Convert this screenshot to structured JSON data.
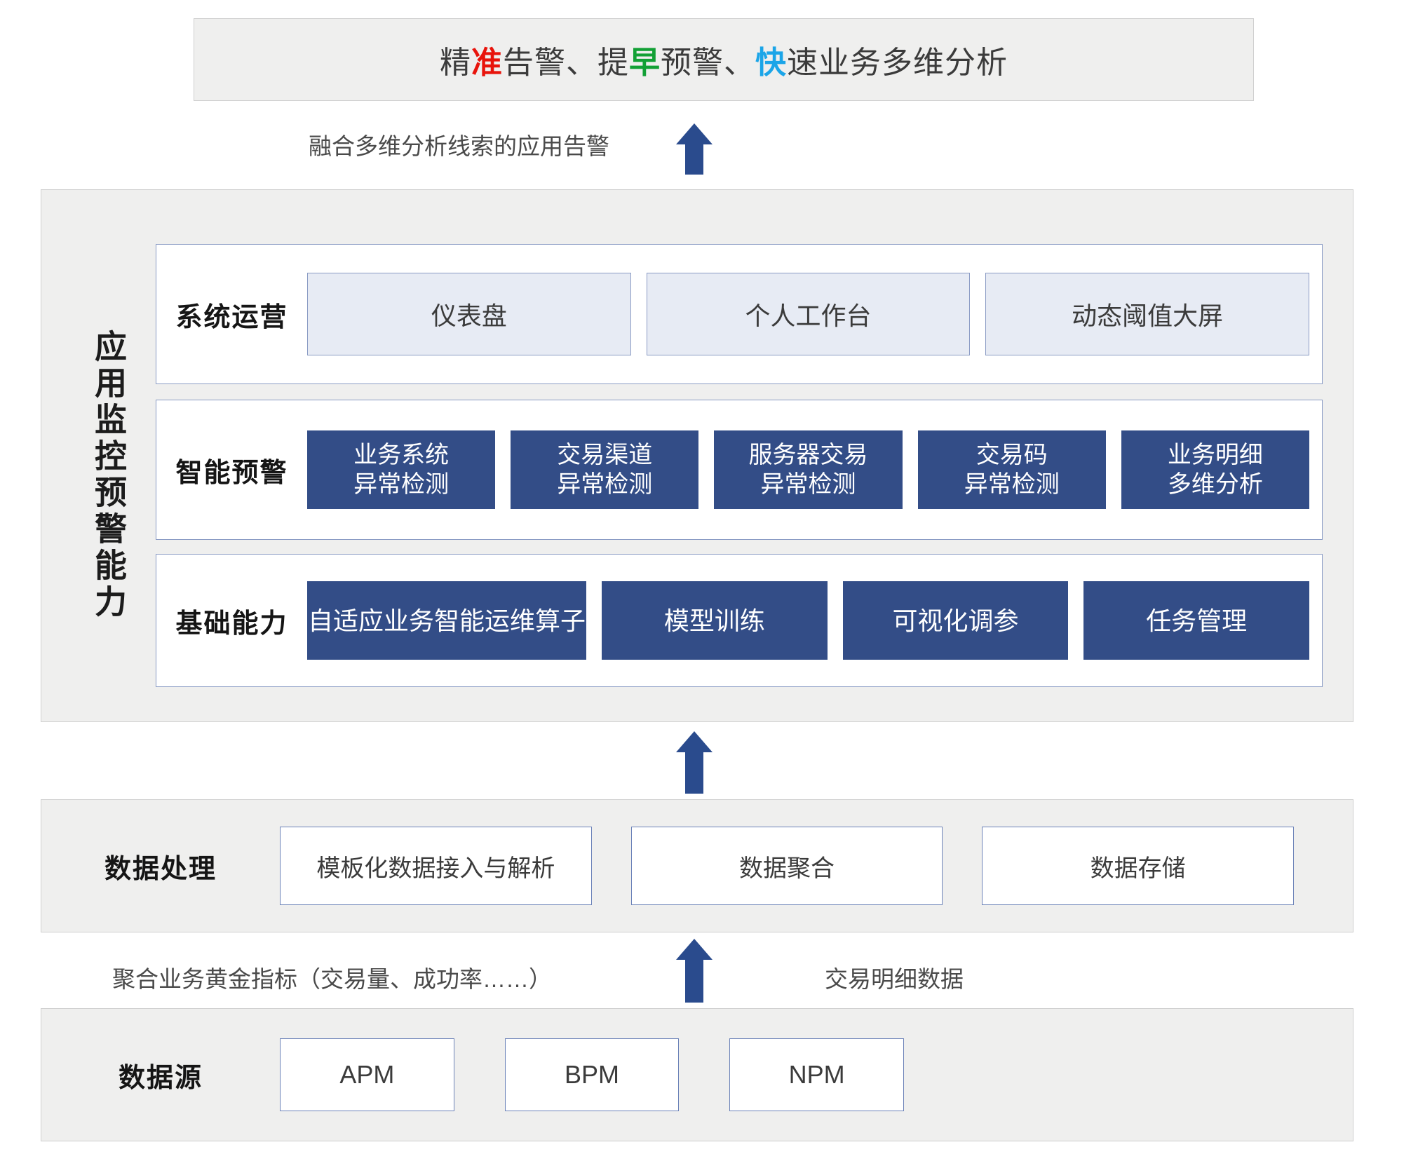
{
  "banner": {
    "text_segments": [
      {
        "text": "精",
        "color": "#3b3b3b"
      },
      {
        "text": "准",
        "color": "#e8140c"
      },
      {
        "text": "告警、提",
        "color": "#3b3b3b"
      },
      {
        "text": "早",
        "color": "#12a035"
      },
      {
        "text": "预警、",
        "color": "#3b3b3b"
      },
      {
        "text": "快",
        "color": "#1ba5e8"
      },
      {
        "text": "速业务多维分析",
        "color": "#3b3b3b"
      }
    ],
    "plain_text": "精准告警、提早预警、快速业务多维分析",
    "part1": "精",
    "hl1": "准",
    "part2": "告警、提",
    "hl2": "早",
    "part3": "预警、",
    "hl3": "快",
    "part4": "速业务多维分析"
  },
  "flow_labels": {
    "top_arrow_label": "融合多维分析线索的应用告警",
    "golden_metrics_label": "聚合业务黄金指标（交易量、成功率……）",
    "transaction_detail_label": "交易明细数据"
  },
  "capability": {
    "vertical_title": "应用监控预警能力",
    "rows": [
      {
        "label": "系统运营",
        "style": "light",
        "items": [
          {
            "line1": "仪表盘"
          },
          {
            "line1": "个人工作台"
          },
          {
            "line1": "动态阈值大屏"
          }
        ]
      },
      {
        "label": "智能预警",
        "style": "dark",
        "items": [
          {
            "line1": "业务系统",
            "line2": "异常检测"
          },
          {
            "line1": "交易渠道",
            "line2": "异常检测"
          },
          {
            "line1": "服务器交易",
            "line2": "异常检测"
          },
          {
            "line1": "交易码",
            "line2": "异常检测"
          },
          {
            "line1": "业务明细",
            "line2": "多维分析"
          }
        ]
      },
      {
        "label": "基础能力",
        "style": "dark",
        "items": [
          {
            "line1": "自适应业务智能运维算子"
          },
          {
            "line1": "模型训练"
          },
          {
            "line1": "可视化调参"
          },
          {
            "line1": "任务管理"
          }
        ]
      }
    ]
  },
  "data_processing": {
    "label": "数据处理",
    "items": [
      "模板化数据接入与解析",
      "数据聚合",
      "数据存储"
    ]
  },
  "data_source": {
    "label": "数据源",
    "items": [
      "APM",
      "BPM",
      "NPM"
    ]
  },
  "colors": {
    "panel_bg": "#efefee",
    "panel_border": "#cfcfcf",
    "tile_dark": "#334d87",
    "tile_light": "#e7ebf4",
    "tile_border_blue": "#8a9bc4",
    "arrow": "#2a4b8d",
    "accent_red": "#e8140c",
    "accent_green": "#12a035",
    "accent_blue": "#1ba5e8"
  }
}
